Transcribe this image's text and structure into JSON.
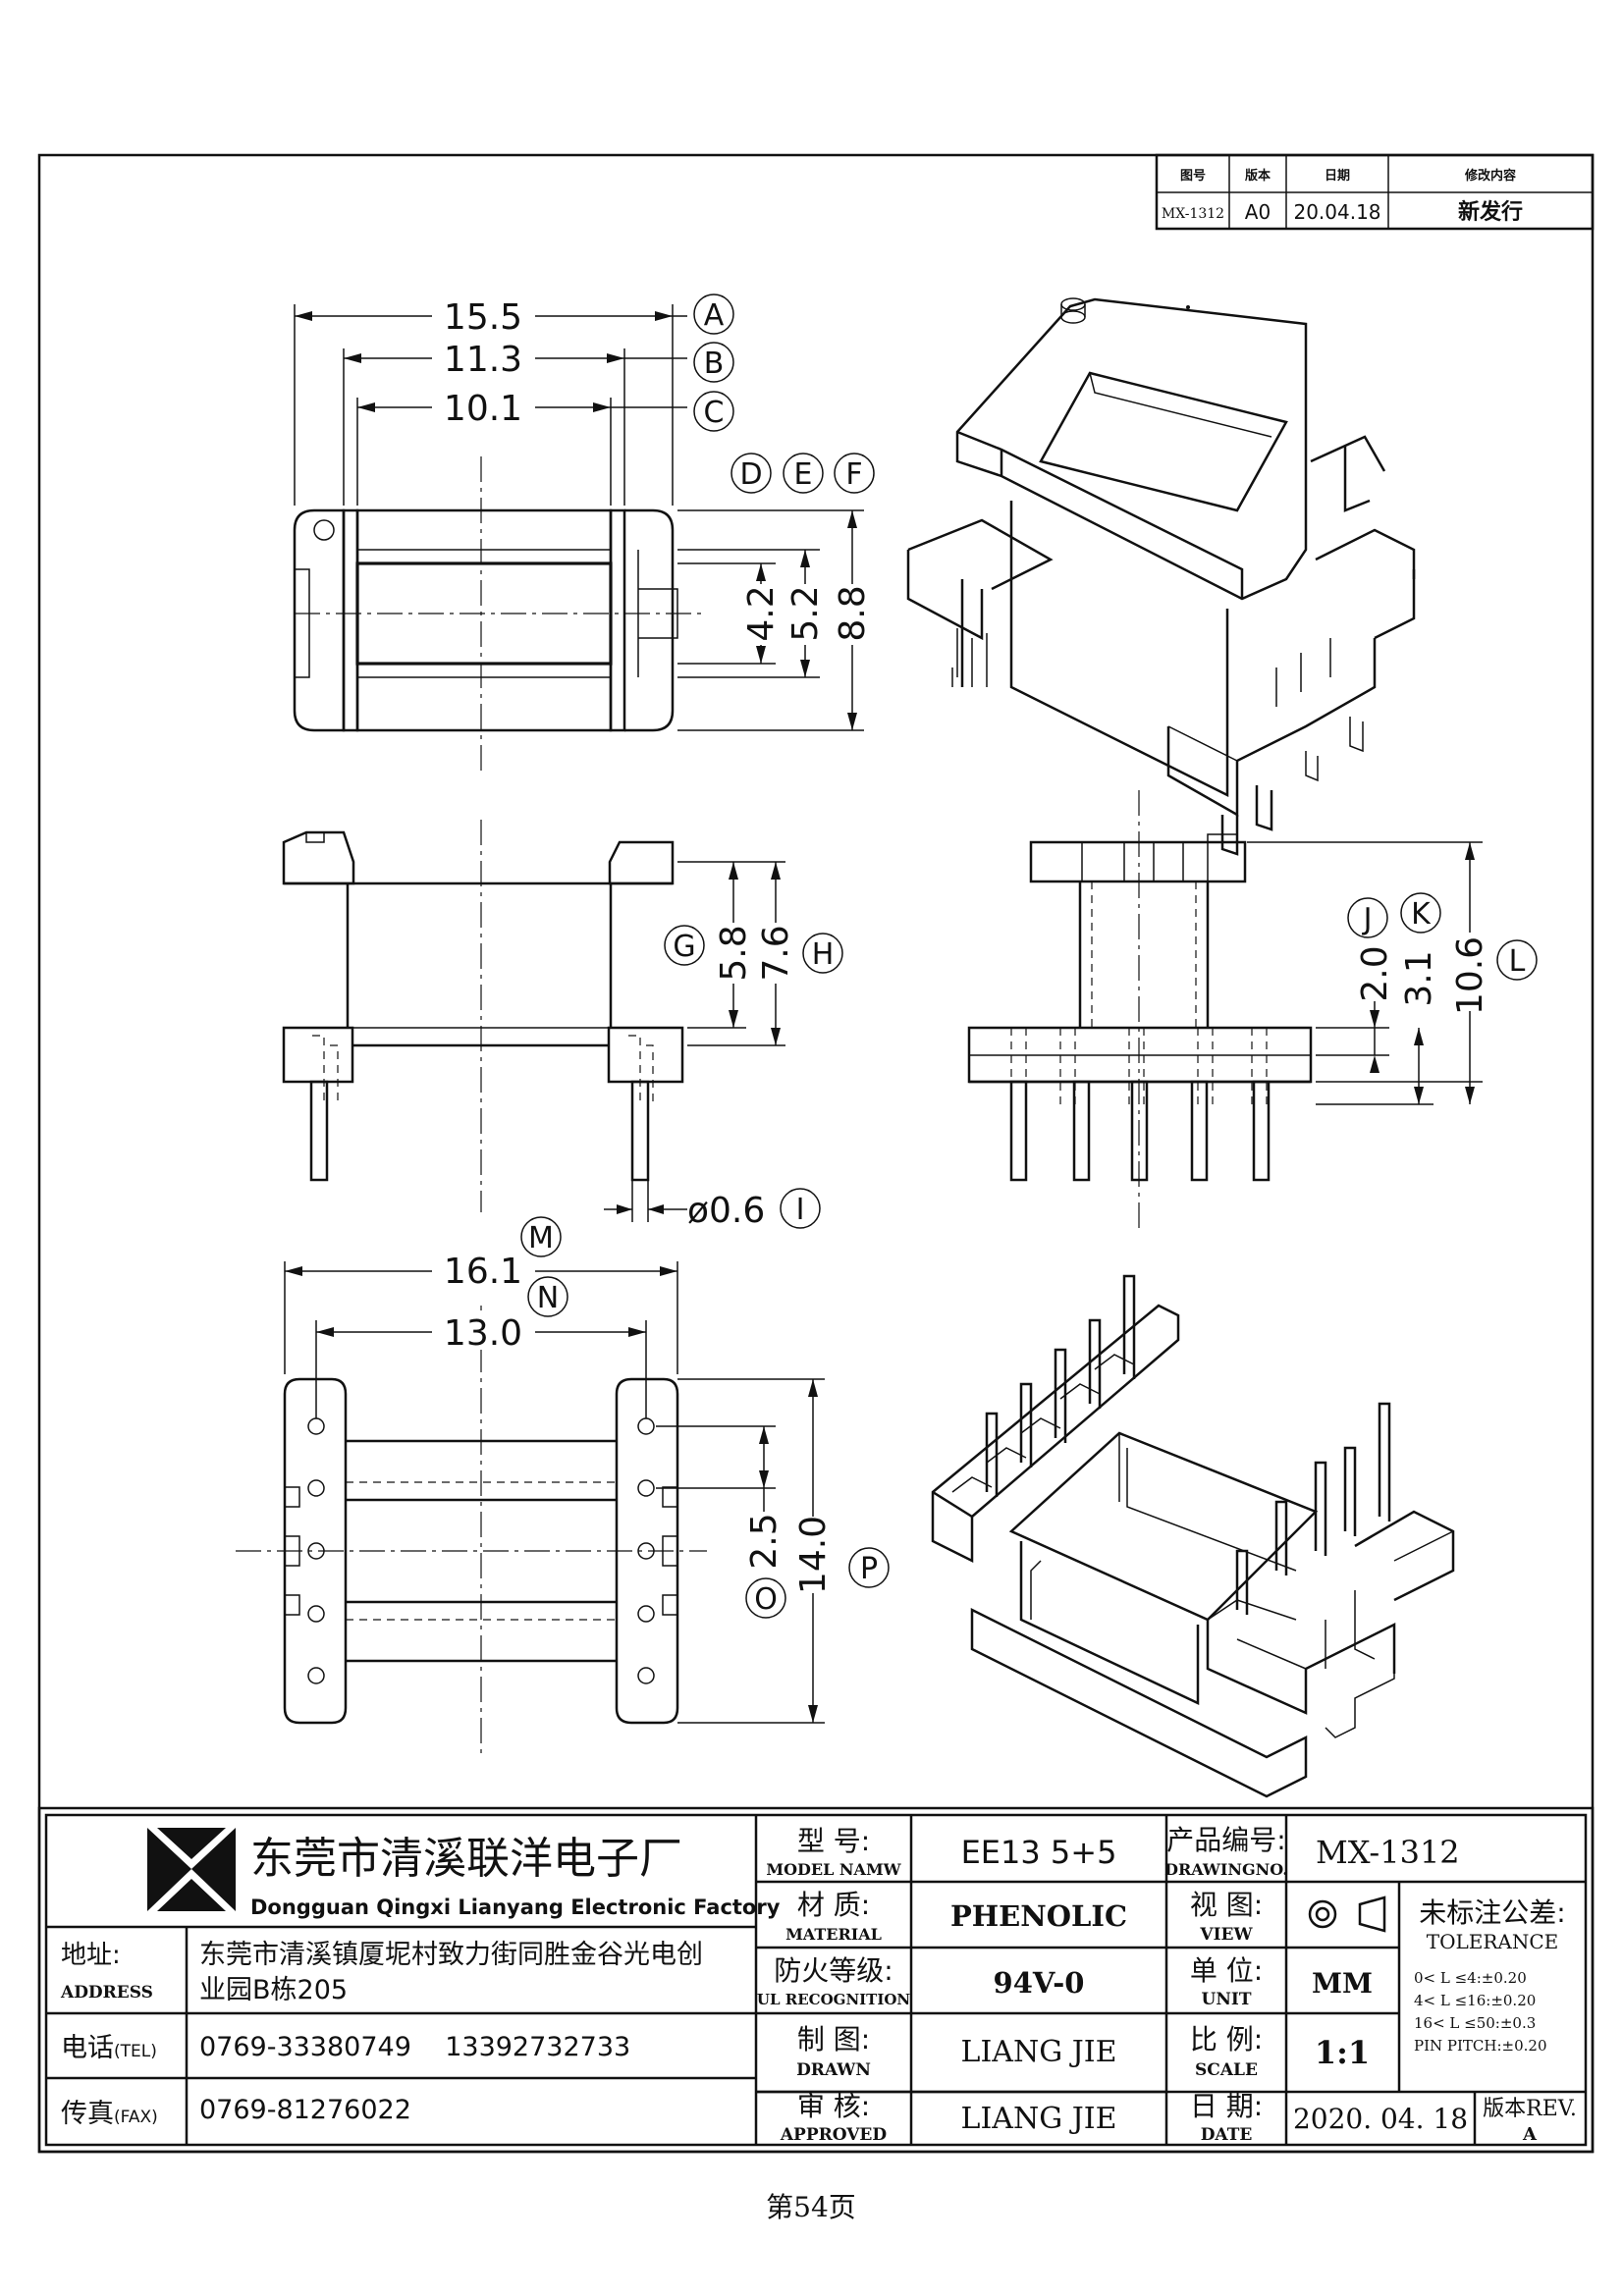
{
  "revision_table": {
    "headers": [
      "图号",
      "版本",
      "日期",
      "修改内容"
    ],
    "row": [
      "MX-1312",
      "A0",
      "20.04.18",
      "新发行"
    ]
  },
  "dimensions": {
    "top_view": [
      {
        "letter": "A",
        "value": "15.5"
      },
      {
        "letter": "B",
        "value": "11.3"
      },
      {
        "letter": "C",
        "value": "10.1"
      },
      {
        "letter": "D",
        "value": "4.2"
      },
      {
        "letter": "E",
        "value": "5.2"
      },
      {
        "letter": "F",
        "value": "8.8"
      }
    ],
    "front_view": [
      {
        "letter": "G",
        "value": "5.8"
      },
      {
        "letter": "H",
        "value": "7.6"
      },
      {
        "letter": "I",
        "value": "ø0.6"
      }
    ],
    "side_view": [
      {
        "letter": "J",
        "value": "2.0"
      },
      {
        "letter": "K",
        "value": "3.1"
      },
      {
        "letter": "L",
        "value": "10.6"
      }
    ],
    "bottom_view": [
      {
        "letter": "M",
        "value": "16.1"
      },
      {
        "letter": "N",
        "value": "13.0"
      },
      {
        "letter": "O",
        "value": "2.5"
      },
      {
        "letter": "P",
        "value": "14.0"
      }
    ]
  },
  "title_block": {
    "company_cn": "东莞市清溪联洋电子厂",
    "company_en": "Dongguan Qingxi Lianyang Electronic Factory",
    "address_label_cn": "地址:",
    "address_label_en": "ADDRESS",
    "address_line1": "东莞市清溪镇厦坭村致力街同胜金谷光电创",
    "address_line2": "业园B栋205",
    "tel_label": "电话",
    "tel_label_en": "(TEL)",
    "tel_value": "0769-33380749    13392732733",
    "fax_label": "传真",
    "fax_label_en": "(FAX)",
    "fax_value": "0769-81276022",
    "model_label_cn": "型 号:",
    "model_label_en": "MODEL NAMW",
    "model_value": "EE13 5+5",
    "material_label_cn": "材 质:",
    "material_label_en": "MATERIAL",
    "material_value": "PHENOLIC",
    "fire_label_cn": "防火等级:",
    "fire_label_en": "UL RECOGNITION",
    "fire_value": "94V-0",
    "drawn_label_cn": "制 图:",
    "drawn_label_en": "DRAWN",
    "drawn_value": "LIANG JIE",
    "approved_label_cn": "审 核:",
    "approved_label_en": "APPROVED",
    "approved_value": "LIANG JIE",
    "drawing_no_label_cn": "产品编号:",
    "drawing_no_label_en": "DRAWINGNO.",
    "drawing_no_value": "MX-1312",
    "view_label_cn": "视 图:",
    "view_label_en": "VIEW",
    "unit_label_cn": "单 位:",
    "unit_label_en": "UNIT",
    "unit_value": "MM",
    "scale_label_cn": "比 例:",
    "scale_label_en": "SCALE",
    "scale_value": "1:1",
    "date_label_cn": "日 期:",
    "date_label_en": "DATE",
    "date_value": "2020. 04. 18",
    "rev_label": "版本REV.",
    "rev_value": "A",
    "tolerance_title_cn": "未标注公差:",
    "tolerance_title_en": "TOLERANCE",
    "tolerance_lines": [
      "0< L ≤4:±0.20",
      "4< L ≤16:±0.20",
      "16< L ≤50:±0.3",
      "PIN PITCH:±0.20"
    ]
  },
  "page_number": "第54页"
}
